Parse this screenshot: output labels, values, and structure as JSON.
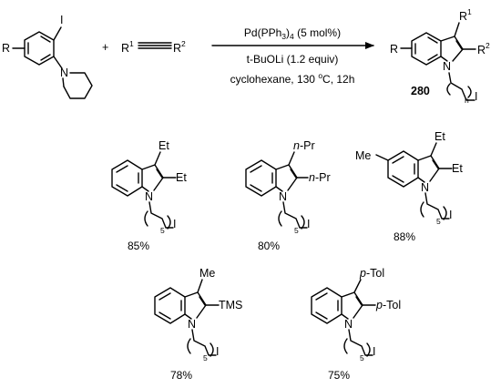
{
  "reaction": {
    "reactant1": {
      "r_label": "R",
      "iodo_label": "I",
      "n_label": "N"
    },
    "plus": "+",
    "alkyne": {
      "r1": "R",
      "r1_sup": "1",
      "r2": "R",
      "r2_sup": "2"
    },
    "conditions": {
      "line1_pre": "Pd(PPh",
      "line1_sub": "3",
      "line1_mid": ")",
      "line1_sub2": "4",
      "line1_post": " (5 mol%)",
      "line2": "t-BuOLi (1.2 equiv)",
      "line3_pre": "cyclohexane, 130 ",
      "line3_sup": "o",
      "line3_post": "C, 12h"
    },
    "product": {
      "r_label": "R",
      "r1": "R",
      "r1_sup": "1",
      "r2": "R",
      "r2_sup": "2",
      "n_label": "N",
      "index": "n",
      "iodo": "I",
      "compound_number": "280"
    }
  },
  "examples": [
    {
      "yield": "85%",
      "sub3": "Et",
      "sub2": "Et",
      "sub5": "",
      "n_label": "N",
      "chain_n": "5",
      "iodo": "I"
    },
    {
      "yield": "80%",
      "sub3_italic": "n",
      "sub3_rest": "-Pr",
      "sub2_italic": "n",
      "sub2_rest": "-Pr",
      "n_label": "N",
      "chain_n": "5",
      "iodo": "I"
    },
    {
      "yield": "88%",
      "sub3": "Et",
      "sub2": "Et",
      "sub5": "Me",
      "n_label": "N",
      "chain_n": "5",
      "iodo": "I"
    },
    {
      "yield": "78%",
      "sub3": "Me",
      "sub2": "TMS",
      "n_label": "N",
      "chain_n": "5",
      "iodo": "I"
    },
    {
      "yield": "75%",
      "sub3_italic": "p",
      "sub3_rest": "-Tol",
      "sub2_italic": "p",
      "sub2_rest": "-Tol",
      "n_label": "N",
      "chain_n": "5",
      "iodo": "I"
    }
  ]
}
